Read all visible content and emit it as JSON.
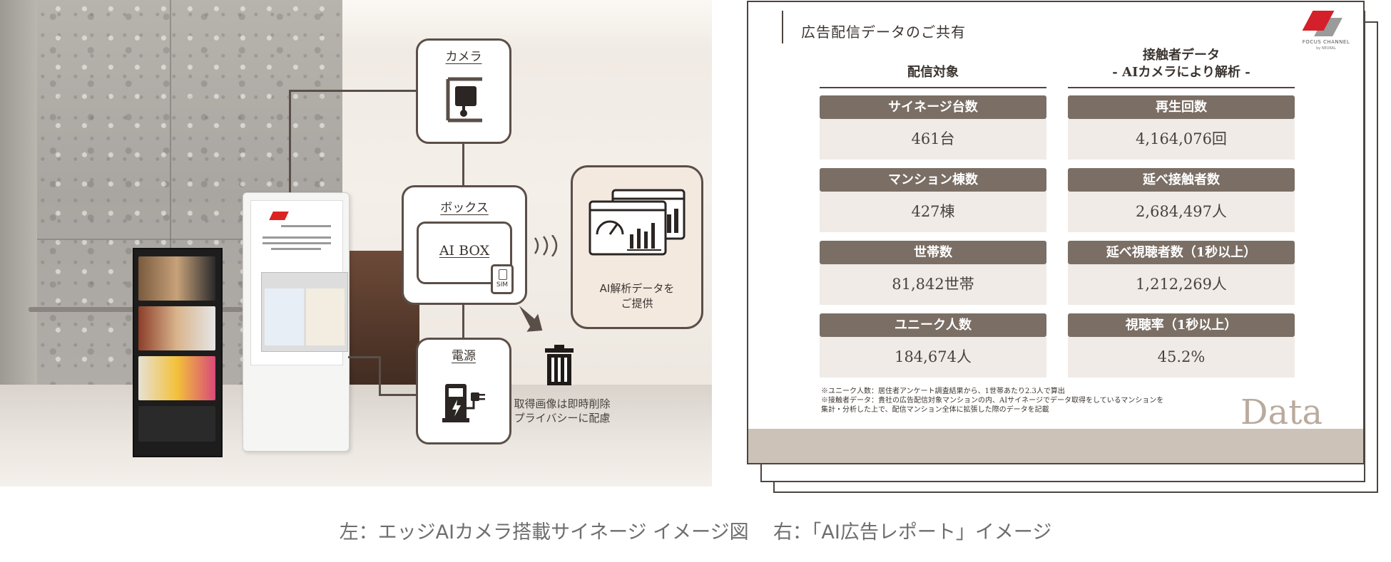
{
  "photo": {
    "nodes": {
      "camera_title": "カメラ",
      "box_title": "ボックス",
      "aibox_label": "AI BOX",
      "sim_label": "SIM",
      "power_title": "電源",
      "data_text_line1": "AI解析データを",
      "data_text_line2": "ご提供"
    },
    "trash_text_line1": "取得画像は即時削除",
    "trash_text_line2": "プライバシーに配慮",
    "colors": {
      "line": "#5a4f48",
      "data_bg": "#f4e9df"
    }
  },
  "report": {
    "title": "広告配信データのご共有",
    "brand_name": "FOCUS CHANNEL",
    "brand_by": "by NEURAL",
    "left_header": "配信対象",
    "right_header_line1": "接触者データ",
    "right_header_line2": "- AIカメラにより解析 -",
    "left_metrics": [
      {
        "label": "サイネージ台数",
        "value": "461台"
      },
      {
        "label": "マンション棟数",
        "value": "427棟"
      },
      {
        "label": "世帯数",
        "value": "81,842世帯"
      },
      {
        "label": "ユニーク人数",
        "value": "184,674人"
      }
    ],
    "right_metrics": [
      {
        "label": "再生回数",
        "value": "4,164,076回"
      },
      {
        "label": "延べ接触者数",
        "value": "2,684,497人"
      },
      {
        "label": "延べ視聴者数（1秒以上）",
        "value": "1,212,269人"
      },
      {
        "label": "視聴率（1秒以上）",
        "value": "45.2%"
      }
    ],
    "notes": [
      "※ユニーク人数：居住者アンケート調査結果から、1世帯あたり2.3人で算出",
      "※接触者データ：貴社の広告配信対象マンションの内、AIサイネージでデータ取得をしているマンションを",
      "集計・分析した上で、配信マンション全体に拡張した際のデータを記載"
    ],
    "watermark": "Data",
    "colors": {
      "label_bg": "#7a6e65",
      "value_bg": "#f0ebe7",
      "footer": "#ccc2b8"
    }
  },
  "caption": {
    "left": "左：エッジAIカメラ搭載サイネージ イメージ図",
    "right": "右：「AI広告レポート」イメージ"
  }
}
